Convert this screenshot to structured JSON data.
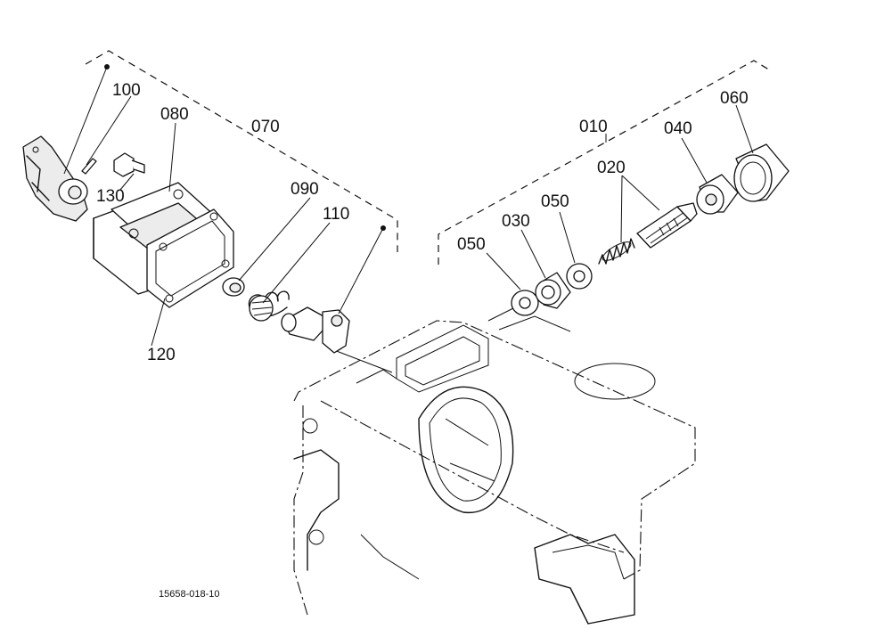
{
  "diagram": {
    "parts": [
      {
        "id": "010",
        "label": "010"
      },
      {
        "id": "020",
        "label": "020"
      },
      {
        "id": "030",
        "label": "030"
      },
      {
        "id": "040",
        "label": "040"
      },
      {
        "id": "050a",
        "label": "050"
      },
      {
        "id": "050b",
        "label": "050"
      },
      {
        "id": "060",
        "label": "060"
      },
      {
        "id": "070",
        "label": "070"
      },
      {
        "id": "080",
        "label": "080"
      },
      {
        "id": "090",
        "label": "090"
      },
      {
        "id": "100",
        "label": "100"
      },
      {
        "id": "110",
        "label": "110"
      },
      {
        "id": "120",
        "label": "120"
      },
      {
        "id": "130",
        "label": "130"
      }
    ],
    "reference_code": "15658-018-10"
  }
}
